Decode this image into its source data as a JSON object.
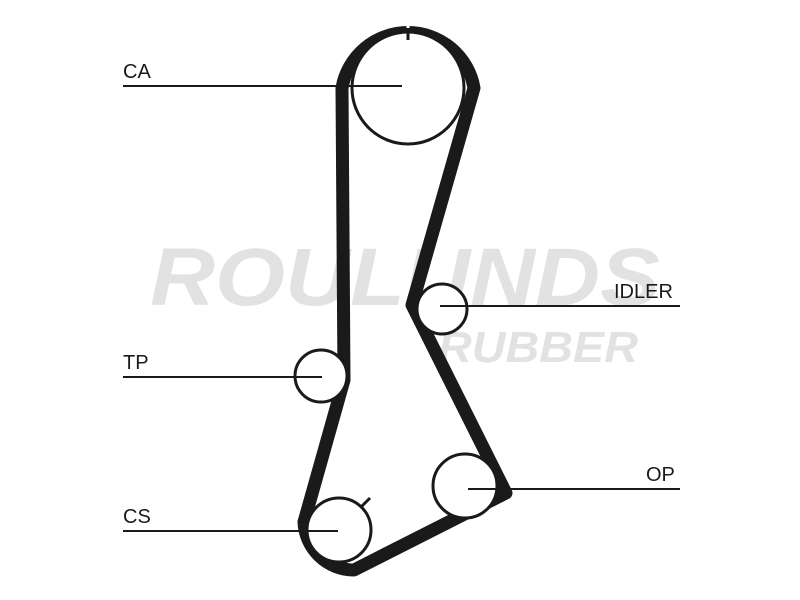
{
  "watermark": {
    "line1": "ROULUNDS",
    "line2": "RUBBER"
  },
  "labels": {
    "ca": "CA",
    "idler": "IDLER",
    "tp": "TP",
    "op": "OP",
    "cs": "CS"
  },
  "colors": {
    "belt": "#1a1a1a",
    "watermark": "#e2e2e2",
    "background": "#ffffff"
  }
}
